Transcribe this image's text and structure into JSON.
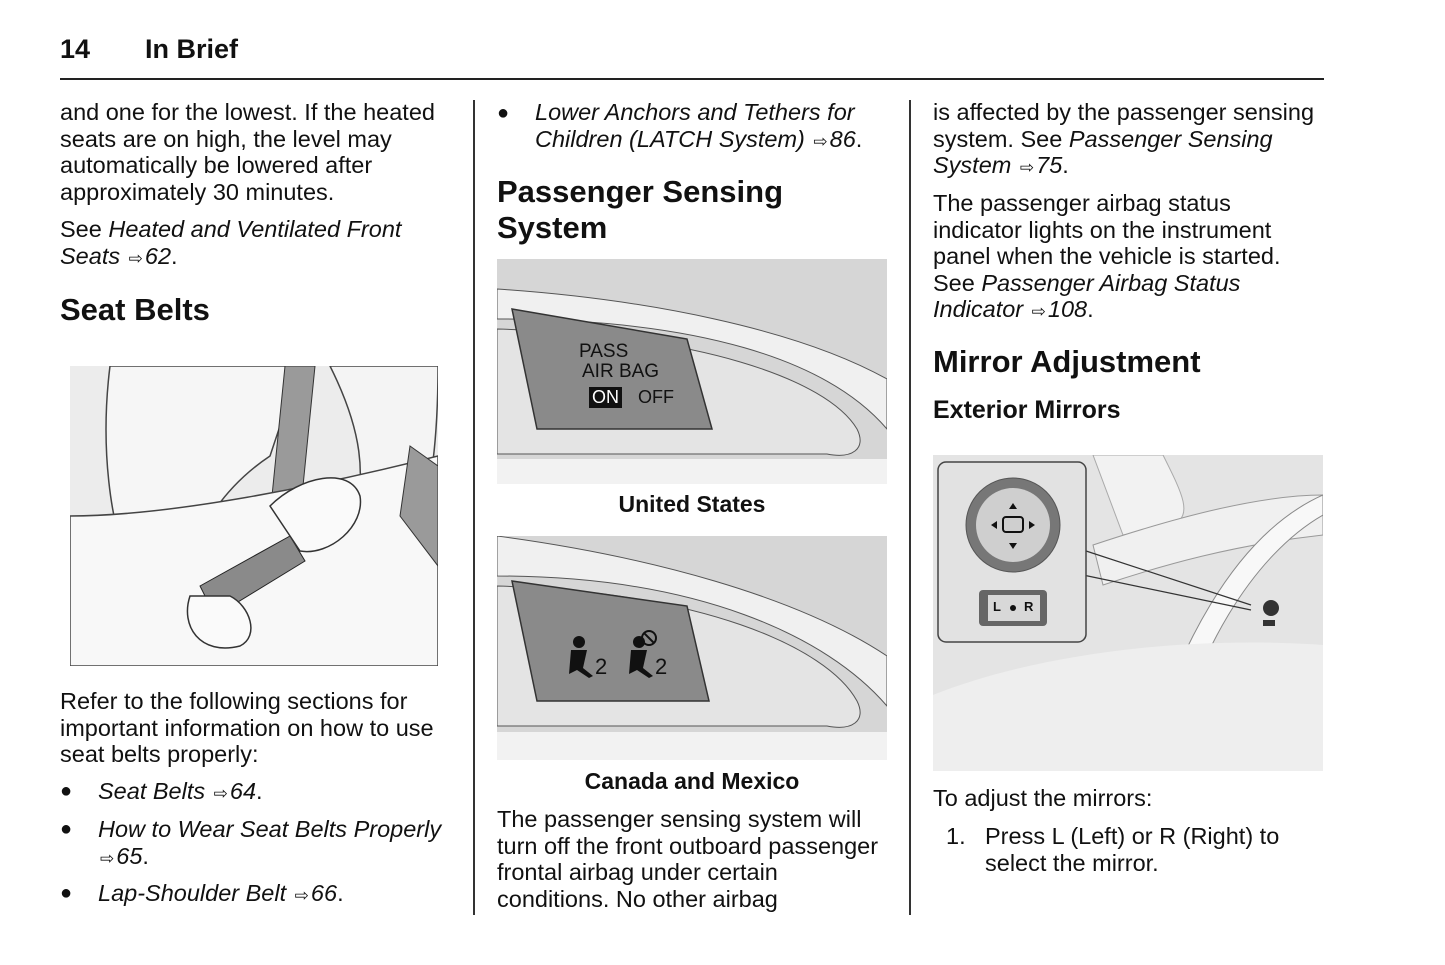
{
  "header": {
    "page_number": "14",
    "section": "In Brief"
  },
  "col1": {
    "p1": "and one for the lowest. If the heated seats are on high, the level may automatically be lowered after approximately 30 minutes.",
    "p2": {
      "prefix": "See ",
      "ref": "Heated and Ventilated Front Seats",
      "arrow": "⇨",
      "page": "62",
      "suffix": "."
    },
    "heading": "Seat Belts",
    "p3": "Refer to the following sections for important information on how to use seat belts properly:",
    "bullets": [
      {
        "ref": "Seat Belts",
        "arrow": "⇨",
        "page": "64",
        "suffix": "."
      },
      {
        "ref": "How to Wear Seat Belts Properly",
        "arrow": "⇨",
        "page": "65",
        "suffix": "."
      },
      {
        "ref": "Lap-Shoulder Belt",
        "arrow": "⇨",
        "page": "66",
        "suffix": "."
      }
    ],
    "bullet_glyph": "●"
  },
  "col2": {
    "bullet": {
      "ref": "Lower Anchors and Tethers for Children (LATCH System)",
      "arrow": "⇨",
      "page": "86",
      "suffix": "."
    },
    "heading": "Passenger Sensing System",
    "figure1": {
      "label_line1": "PASS",
      "label_line2": "AIR BAG",
      "on": "ON",
      "off": "OFF",
      "caption": "United States"
    },
    "figure2": {
      "caption": "Canada and Mexico"
    },
    "p1": "The passenger sensing system will turn off the front outboard passenger frontal airbag under certain conditions. No other airbag"
  },
  "col3": {
    "p1": {
      "prefix": "is affected by the passenger sensing system. See ",
      "ref": "Passenger Sensing System",
      "arrow": "⇨",
      "page": "75",
      "suffix": "."
    },
    "p2": {
      "prefix": "The passenger airbag status indicator lights on the instrument panel when the vehicle is started. See ",
      "ref": "Passenger Airbag Status Indicator",
      "arrow": "⇨",
      "page": "108",
      "suffix": "."
    },
    "heading": "Mirror Adjustment",
    "subheading": "Exterior Mirrors",
    "figure": {
      "left": "L",
      "right": "R"
    },
    "p3": "To adjust the mirrors:",
    "steps": [
      {
        "num": "1.",
        "text": "Press L (Left) or R (Right) to select the mirror."
      }
    ]
  }
}
